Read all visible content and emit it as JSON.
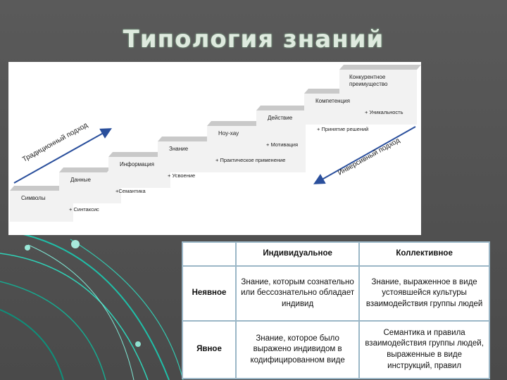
{
  "slide": {
    "title": "Типология  знаний"
  },
  "staircase": {
    "steps": [
      {
        "label": "Символы",
        "plus": "+ Синтаксис"
      },
      {
        "label": "Данные",
        "plus": "+Семантика"
      },
      {
        "label": "Информация",
        "plus": "+ Усвоение"
      },
      {
        "label": "Знание",
        "plus": "+ Практическое применение"
      },
      {
        "label": "Ноу-хау",
        "plus": "+ Мотивация"
      },
      {
        "label": "Действие",
        "plus": "+ Принятие решений"
      },
      {
        "label": "Компетенция",
        "plus": "+ Уникальность"
      },
      {
        "label": "Конкурентное преимущество",
        "plus": ""
      }
    ],
    "approach_left": "Традиционный подход",
    "approach_right": "Инверсивный подход"
  },
  "table": {
    "headers": [
      "Индивидуальное",
      "Коллективное"
    ],
    "rows": [
      {
        "label": "Неявное",
        "cells": [
          "Знание, которым сознательно или бессознательно обладает индивид",
          "Знание, выраженное в виде устоявшейся культуры взаимодействия группы людей"
        ]
      },
      {
        "label": "Явное",
        "cells": [
          "Знание, которое было выражено индивидом в кодифицированном виде",
          "Семантика и правила взаимодействия группы людей, выраженные в виде инструкций, правил"
        ]
      }
    ]
  },
  "colors": {
    "background": "#4f4f4f",
    "step_top": "#c9c9c9",
    "step_face": "#f2f2f2",
    "arrow": "#2a4f9c",
    "table_border": "#9bb7c7"
  }
}
